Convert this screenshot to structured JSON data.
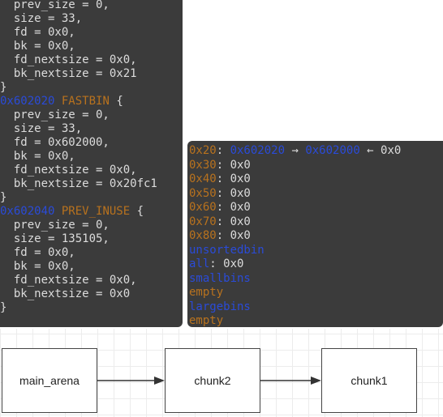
{
  "left_terminal": {
    "line1": "prev_size = 0,",
    "line2": "size = 33,",
    "line3": "fd = 0x0,",
    "line4": "bk = 0x0,",
    "line5": "fd_nextsize = 0x0,",
    "line6": "bk_nextsize = 0x21",
    "line7": "}",
    "chunk2_addr": "0x602020",
    "chunk2_tag": "FASTBIN",
    "chunk2_brace": " {",
    "line9": "prev_size = 0,",
    "line10": "size = 33,",
    "line11": "fd = 0x602000,",
    "line12": "bk = 0x0,",
    "line13": "fd_nextsize = 0x0,",
    "line14": "bk_nextsize = 0x20fc1",
    "line15": "}",
    "chunk3_addr": "0x602040",
    "chunk3_tag": "PREV_INUSE",
    "chunk3_brace": " {",
    "line17": "prev_size = 0,",
    "line18": "size = 135105,",
    "line19": "fd = 0x0,",
    "line20": "bk = 0x0,",
    "line21": "fd_nextsize = 0x0,",
    "line22": "bk_nextsize = 0x0",
    "line23": "}"
  },
  "right_terminal": {
    "r1_key": "0x20",
    "r1_colon": ": ",
    "r1_a": "0x602020",
    "r1_arrow1": " → ",
    "r1_b": "0x602000",
    "r1_arrow2": " ← ",
    "r1_c": "0x0",
    "r2_key": "0x30",
    "r2_val": ": 0x0",
    "r3_key": "0x40",
    "r3_val": ": 0x0",
    "r4_key": "0x50",
    "r4_val": ": 0x0",
    "r5_key": "0x60",
    "r5_val": ": 0x0",
    "r6_key": "0x70",
    "r6_val": ": 0x0",
    "r7_key": "0x80",
    "r7_val": ": 0x0",
    "unsortedbin": "unsortedbin",
    "all_key": "all",
    "all_val": ": 0x0",
    "smallbins": "smallbins",
    "empty1": "empty",
    "largebins": "largebins",
    "empty2": "empty"
  },
  "diagram": {
    "box1": "main_arena",
    "box2": "chunk2",
    "box3": "chunk1"
  }
}
